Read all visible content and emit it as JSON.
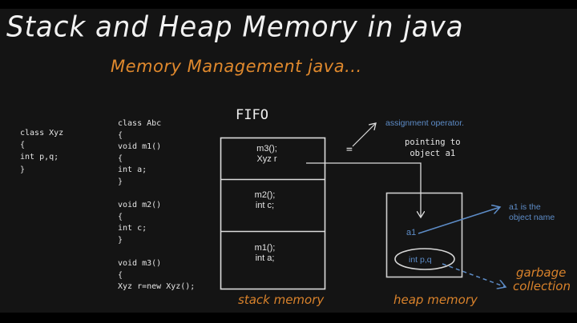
{
  "title": "Stack and Heap Memory in java",
  "subtitle": "Memory Management java...",
  "code_xyz": [
    "class Xyz",
    "{",
    "int p,q;",
    "}"
  ],
  "code_abc": [
    "class Abc",
    "{",
    "void m1()",
    "{",
    "int a;",
    "}",
    "",
    "void m2()",
    "{",
    "int c;",
    "}",
    "",
    "void m3()",
    "{",
    "Xyz r=new Xyz();"
  ],
  "stack": {
    "header": "FIFO",
    "frames": [
      {
        "line1": "m3();",
        "line2": "Xyz r"
      },
      {
        "line1": "m2();",
        "line2": "int c;"
      },
      {
        "line1": "m1();",
        "line2": "int a;"
      }
    ],
    "label": "stack memory"
  },
  "heap": {
    "reference": "a1",
    "object": "int p,q",
    "label": "heap memory"
  },
  "annotations": {
    "equals_sign": "=",
    "assignment_operator": "assignment operator.",
    "pointing_line1": "pointing to",
    "pointing_line2": "object a1",
    "object_name_line1": "a1 is the",
    "object_name_line2": "object name",
    "garbage_line1": "garbage",
    "garbage_line2": "collection"
  },
  "colors": {
    "background": "#141414",
    "letterbox": "#000000",
    "text": "#f2f2f2",
    "accent_orange": "#e0892d",
    "accent_blue": "#5d8cc7",
    "lines": "#dcdcdc"
  }
}
